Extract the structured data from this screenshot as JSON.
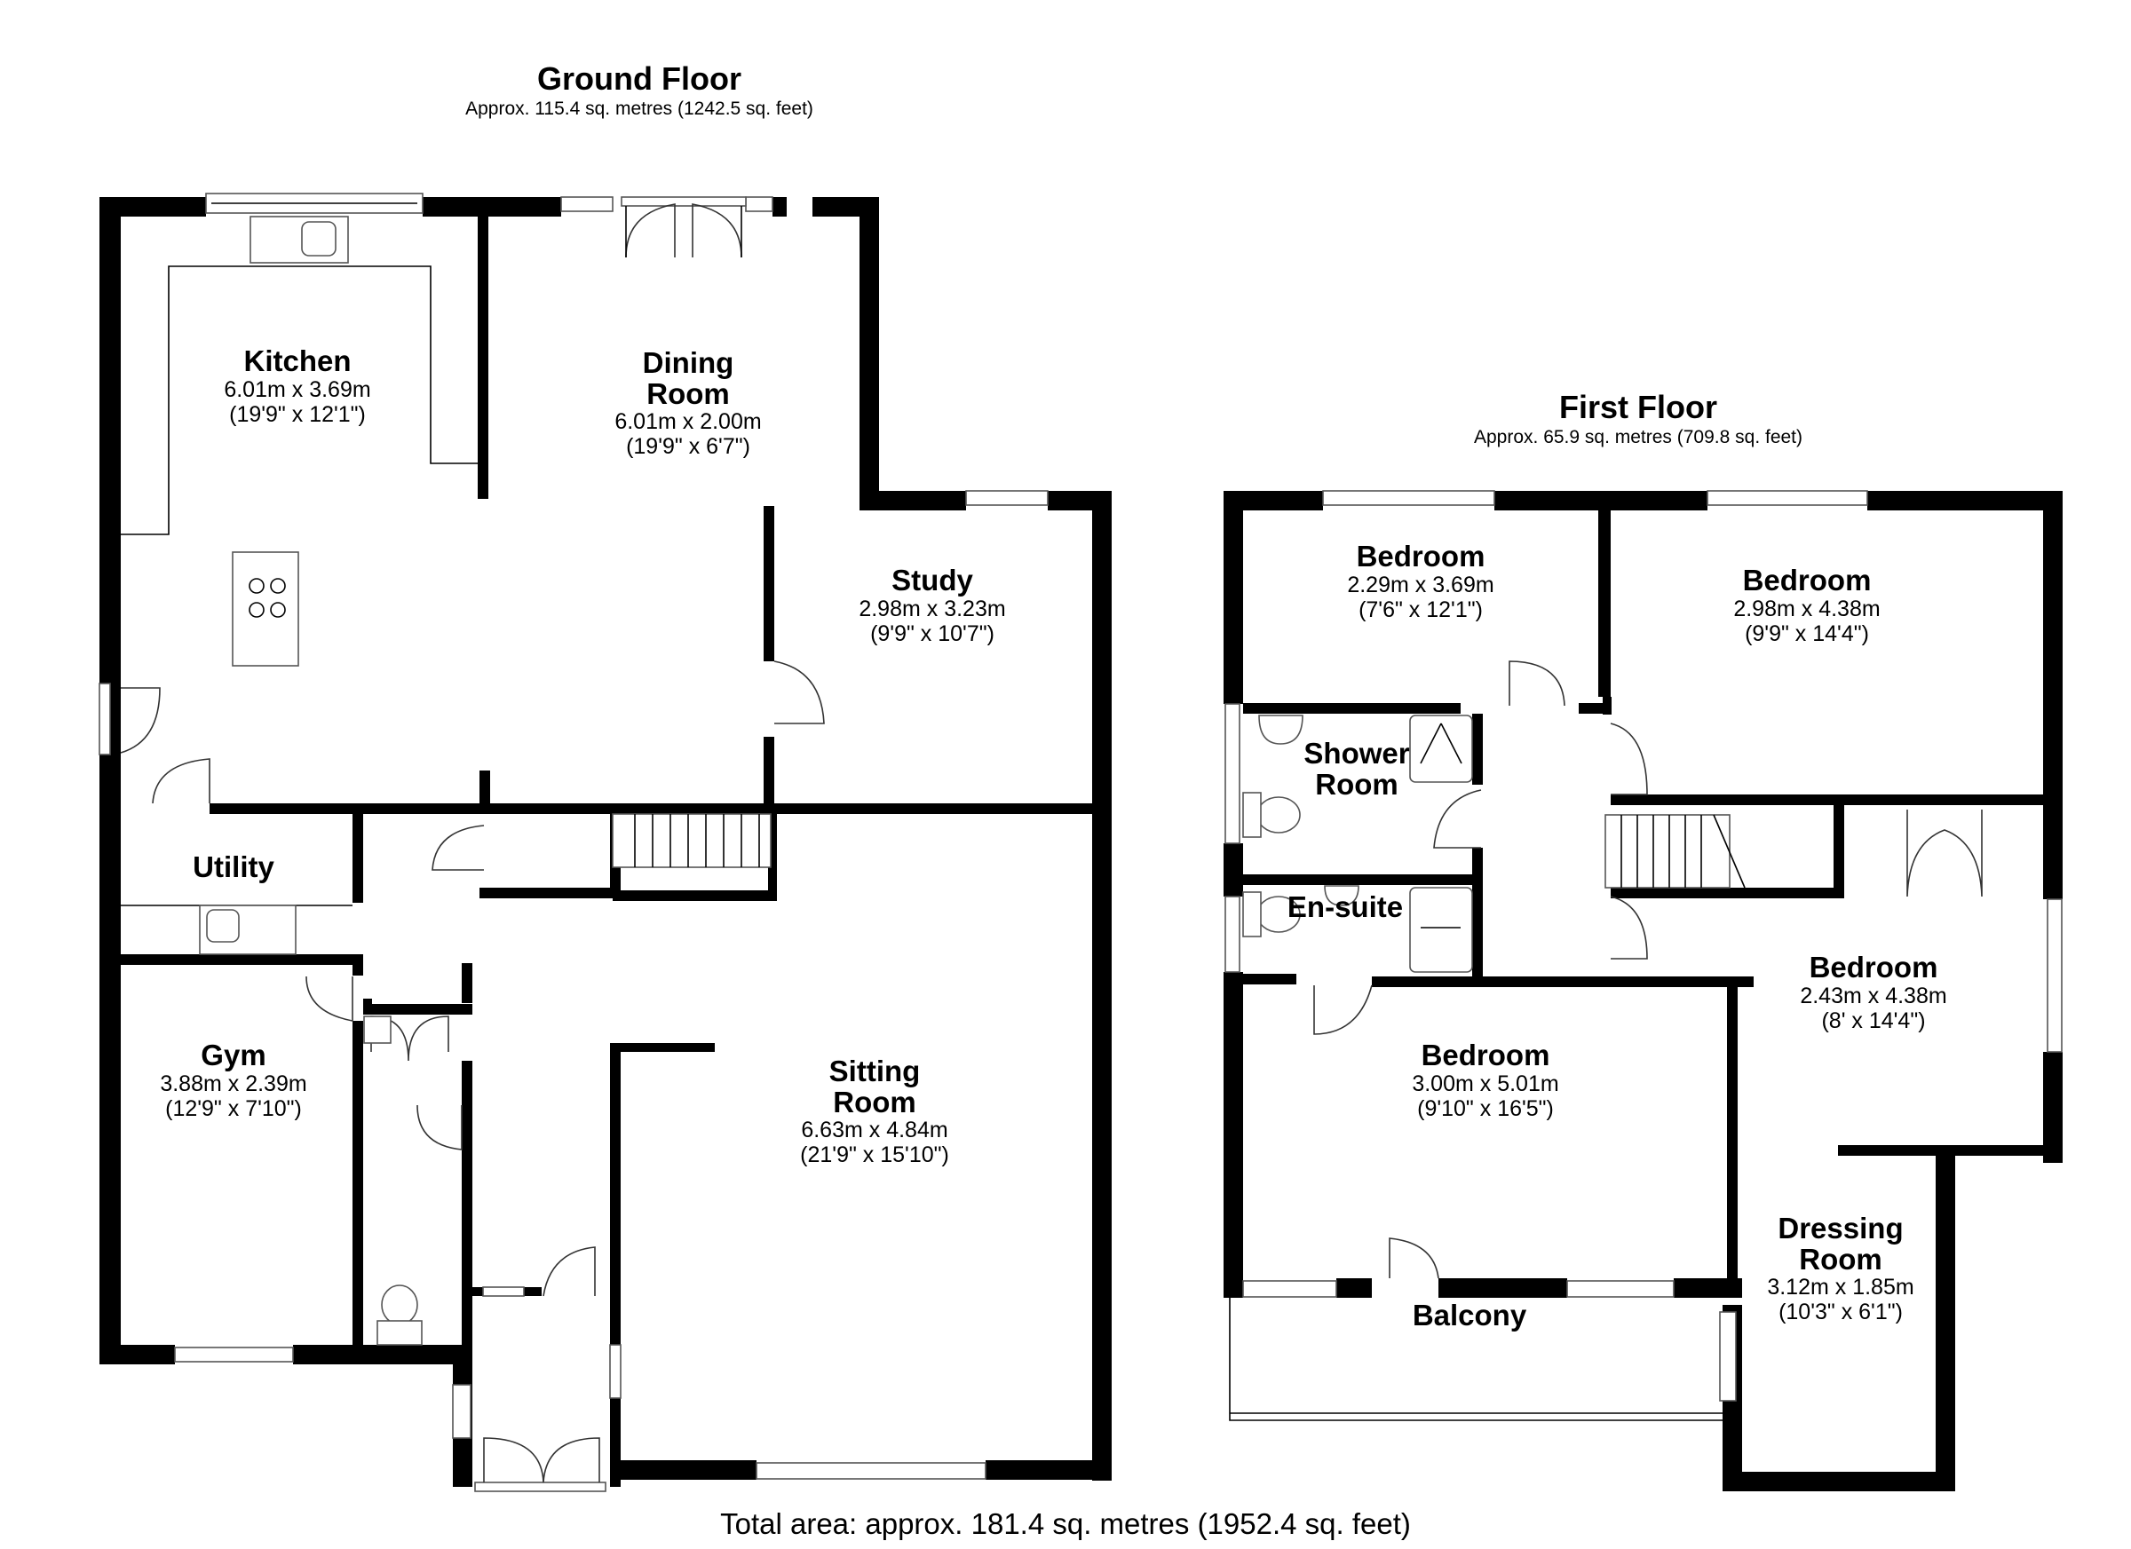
{
  "ground_floor": {
    "title": "Ground Floor",
    "area": "Approx. 115.4 sq. metres (1242.5 sq. feet)",
    "rooms": [
      {
        "name": "Kitchen",
        "metric": "6.01m x 3.69m",
        "imperial": "(19'9\" x 12'1\")"
      },
      {
        "name": "Dining",
        "name2": "Room",
        "metric": "6.01m x 2.00m",
        "imperial": "(19'9\" x 6'7\")"
      },
      {
        "name": "Study",
        "metric": "2.98m x 3.23m",
        "imperial": "(9'9\" x 10'7\")"
      },
      {
        "name": "Utility"
      },
      {
        "name": "Gym",
        "metric": "3.88m x 2.39m",
        "imperial": "(12'9\" x 7'10\")"
      },
      {
        "name": "Sitting",
        "name2": "Room",
        "metric": "6.63m x 4.84m",
        "imperial": "(21'9\" x 15'10\")"
      }
    ]
  },
  "first_floor": {
    "title": "First Floor",
    "area": "Approx. 65.9 sq. metres (709.8 sq. feet)",
    "rooms": [
      {
        "name": "Bedroom",
        "metric": "2.29m x 3.69m",
        "imperial": "(7'6\" x 12'1\")"
      },
      {
        "name": "Bedroom",
        "metric": "2.98m x 4.38m",
        "imperial": "(9'9\" x 14'4\")"
      },
      {
        "name": "Shower",
        "name2": "Room"
      },
      {
        "name": "En-suite"
      },
      {
        "name": "Bedroom",
        "metric": "2.43m x 4.38m",
        "imperial": "(8' x 14'4\")"
      },
      {
        "name": "Bedroom",
        "metric": "3.00m x 5.01m",
        "imperial": "(9'10\" x 16'5\")"
      },
      {
        "name": "Dressing",
        "name2": "Room",
        "metric": "3.12m x 1.85m",
        "imperial": "(10'3\" x 6'1\")"
      },
      {
        "name": "Balcony"
      }
    ]
  },
  "footer": {
    "total_area": "Total area: approx. 181.4 sq. metres (1952.4 sq. feet)"
  },
  "colors": {
    "wall": "#000000",
    "background": "#ffffff",
    "fixture_line": "#555555"
  },
  "icons": [
    "sink-icon",
    "hob-icon",
    "toilet-icon",
    "shower-tray-icon",
    "basin-icon",
    "staircase-icon",
    "door-swing-icon",
    "window-icon"
  ]
}
